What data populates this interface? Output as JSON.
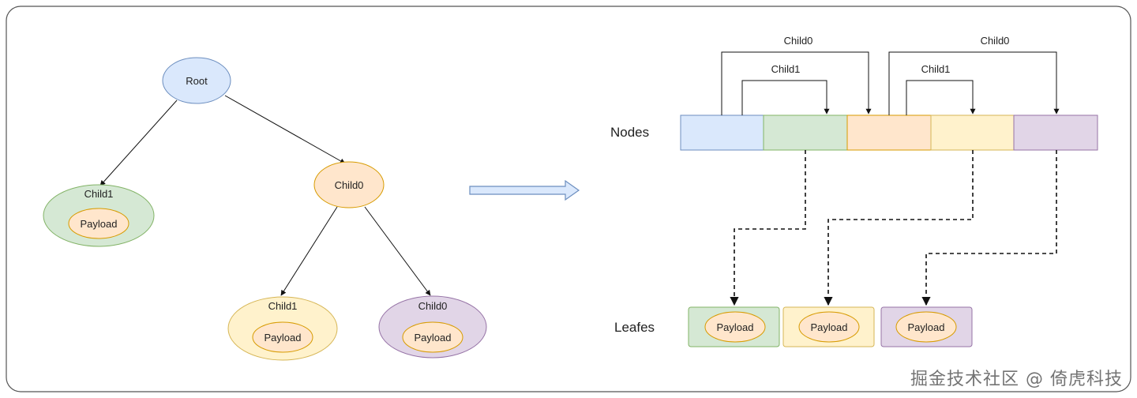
{
  "colors": {
    "blue_fill": "#dae8fc",
    "blue_stroke": "#6c8ebf",
    "green_fill": "#d5e8d4",
    "green_stroke": "#82b366",
    "orange_fill": "#ffe6cc",
    "orange_stroke": "#d79b00",
    "yellow_fill": "#fff2cc",
    "yellow_stroke": "#d6b656",
    "purple_fill": "#e1d5e7",
    "purple_stroke": "#9673a6",
    "frame": "#555555",
    "arrow_fill": "#dae8fc",
    "arrow_stroke": "#6c8ebf"
  },
  "tree": {
    "root": {
      "label": "Root"
    },
    "child1_leaf": {
      "label": "Child1",
      "payload": "Payload"
    },
    "child0": {
      "label": "Child0"
    },
    "child0_child1_leaf": {
      "label": "Child1",
      "payload": "Payload"
    },
    "child0_child0_leaf": {
      "label": "Child0",
      "payload": "Payload"
    }
  },
  "flat": {
    "nodes_label": "Nodes",
    "leafs_label": "Leafes",
    "bracket_outer_left": "Child0",
    "bracket_inner_left": "Child1",
    "bracket_outer_right": "Child0",
    "bracket_inner_right": "Child1",
    "leaf_payloads": [
      "Payload",
      "Payload",
      "Payload"
    ]
  },
  "watermark": "掘金技术社区 @ 倚虎科技"
}
